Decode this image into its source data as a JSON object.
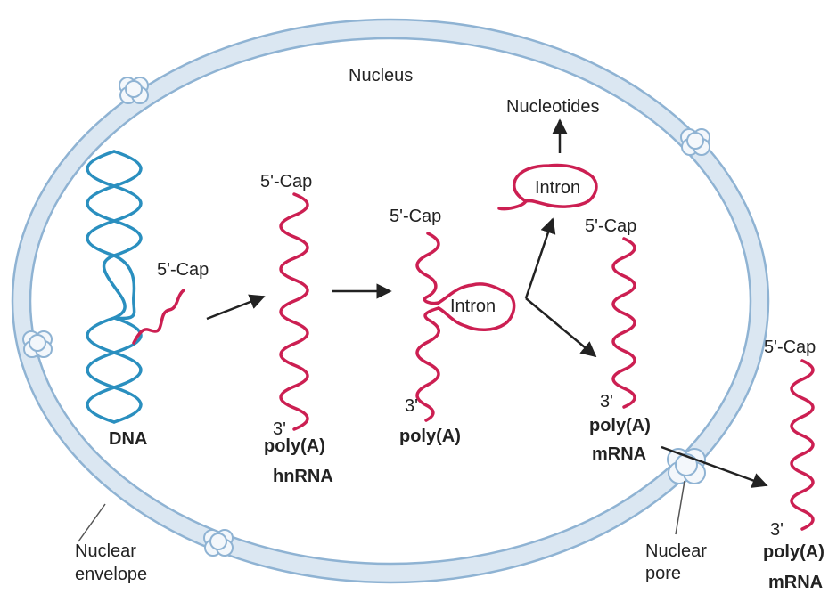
{
  "labels": {
    "nucleus": "Nucleus",
    "nucleotides": "Nucleotides",
    "intron_top": "Intron",
    "intron_mid": "Intron",
    "dna_cap": "5'-Cap",
    "hnrna_cap": "5'-Cap",
    "splice_cap": "5'-Cap",
    "mrna_cap": "5'-Cap",
    "out_cap": "5'-Cap",
    "dna": "DNA",
    "hnrna_3": "3'",
    "hnrna_polya": "poly(A)",
    "hnrna": "hnRNA",
    "splice_3": "3'",
    "splice_polya": "poly(A)",
    "mrna_3": "3'",
    "mrna_polya": "poly(A)",
    "mrna": "mRNA",
    "out_3": "3'",
    "out_polya": "poly(A)",
    "out_mrna": "mRNA",
    "nuclear_envelope_1": "Nuclear",
    "nuclear_envelope_2": "envelope",
    "nuclear_pore_1": "Nuclear",
    "nuclear_pore_2": "pore"
  },
  "colors": {
    "envelope_fill": "#dbe7f2",
    "envelope_stroke": "#8fb3d3",
    "dna": "#2a8fbf",
    "rna": "#cc1f52",
    "arrow": "#222222"
  }
}
